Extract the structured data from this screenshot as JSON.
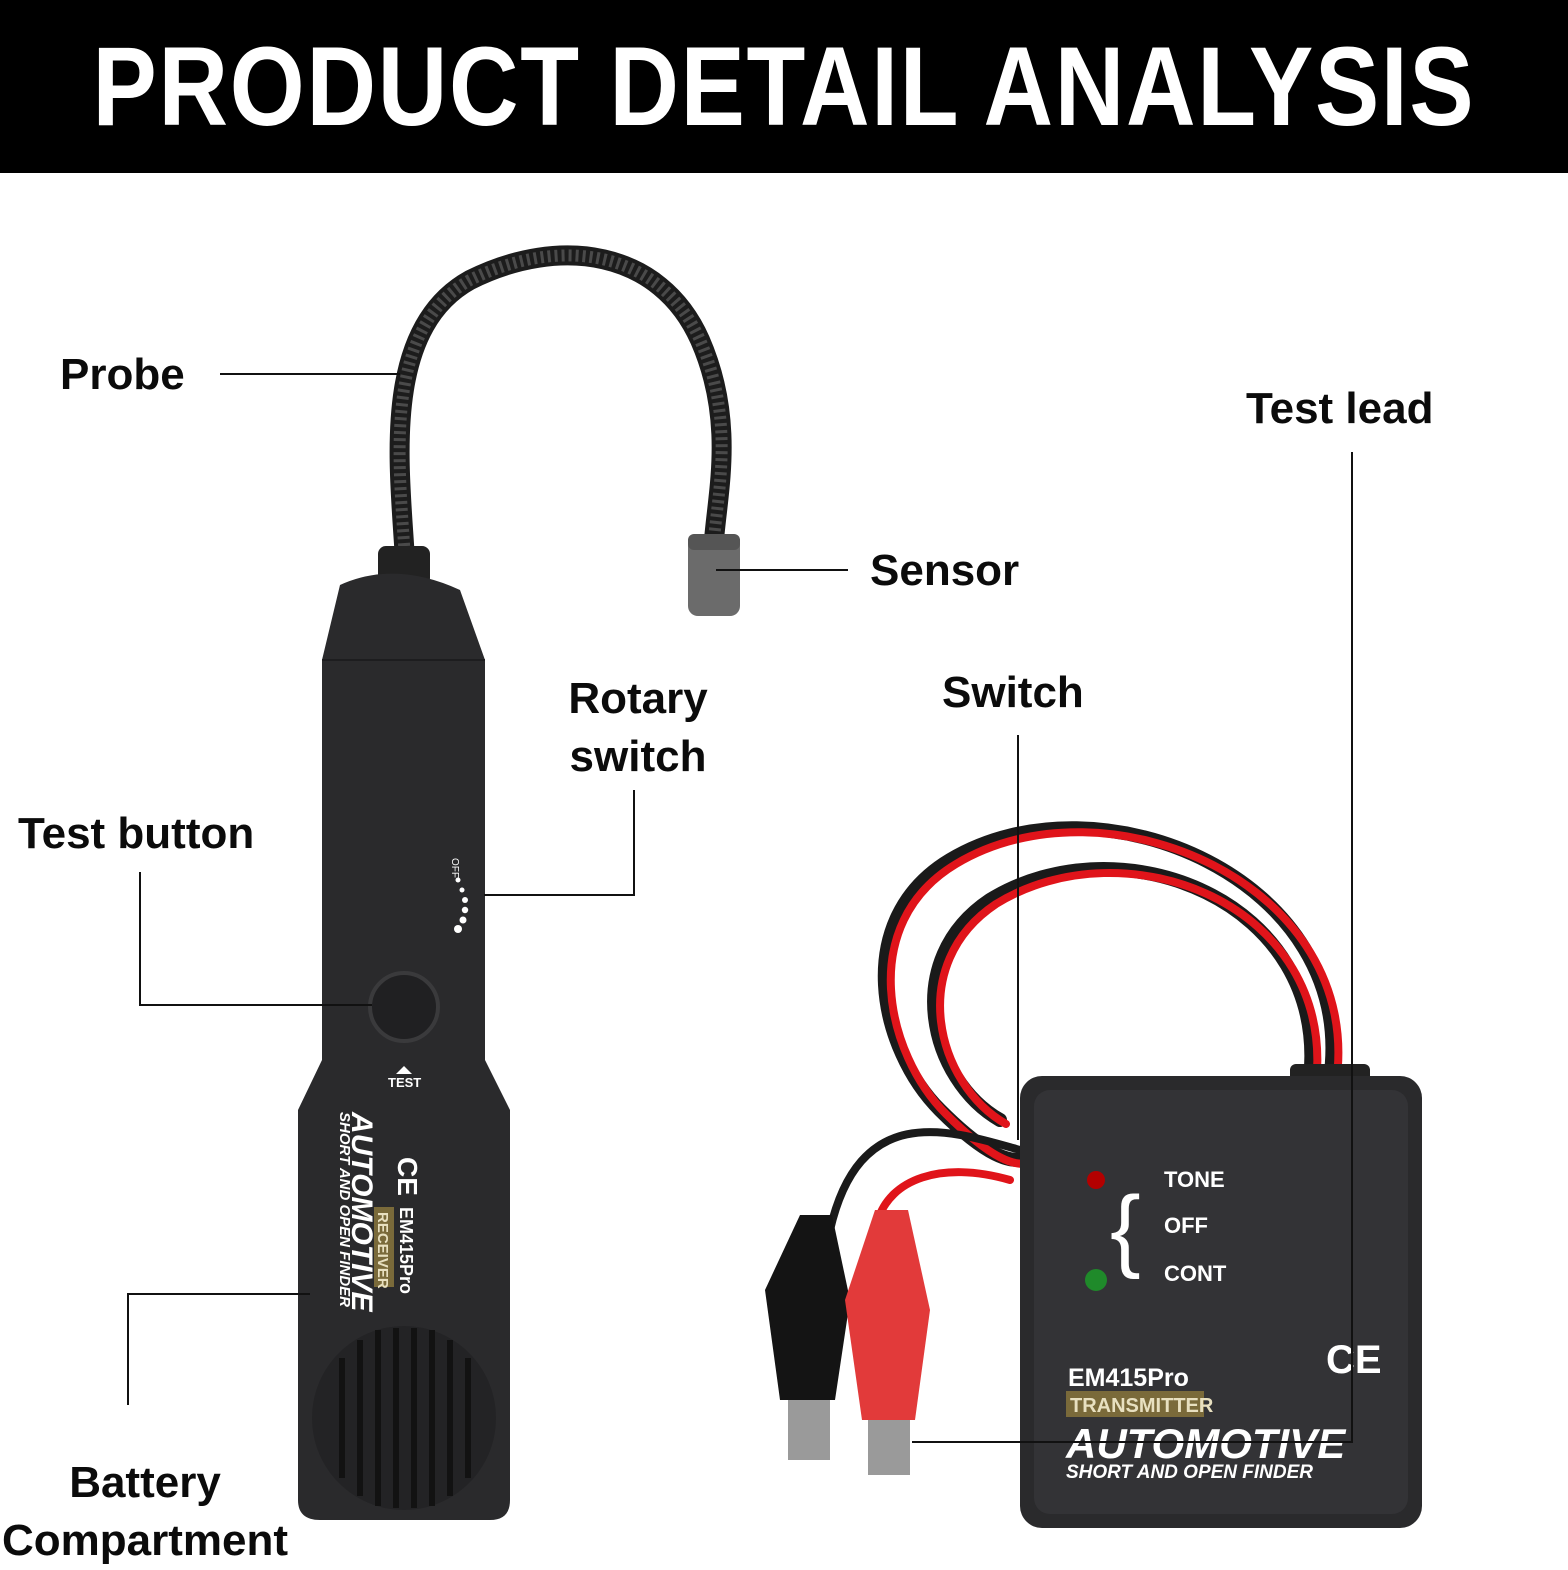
{
  "banner": {
    "title": "PRODUCT DETAIL ANALYSIS"
  },
  "labels": {
    "probe": "Probe",
    "sensor": "Sensor",
    "test_lead": "Test lead",
    "rotary_switch_line1": "Rotary",
    "rotary_switch_line2": "switch",
    "switch": "Switch",
    "test_button": "Test button",
    "battery_line1": "Battery",
    "battery_line2": "Compartment"
  },
  "receiver": {
    "off_mark": "OFF",
    "test_mark": "TEST",
    "ce_mark": "CE",
    "model": "EM415Pro",
    "role": "RECEIVER",
    "brand": "AUTOMOTIVE",
    "subtitle": "SHORT AND OPEN FINDER"
  },
  "transmitter": {
    "mode_tone": "TONE",
    "mode_off": "OFF",
    "mode_cont": "CONT",
    "ce_mark": "CE",
    "model": "EM415Pro",
    "role": "TRANSMITTER",
    "brand": "AUTOMOTIVE",
    "subtitle": "SHORT AND OPEN FINDER"
  },
  "colors": {
    "banner_bg": "#000000",
    "device_body": "#2a2a2c",
    "lead_red": "#e0141a",
    "lead_black": "#1a1a1a",
    "led_red": "#b30000",
    "led_green": "#1f8a2a",
    "role_badge": "#7a6a3a"
  }
}
